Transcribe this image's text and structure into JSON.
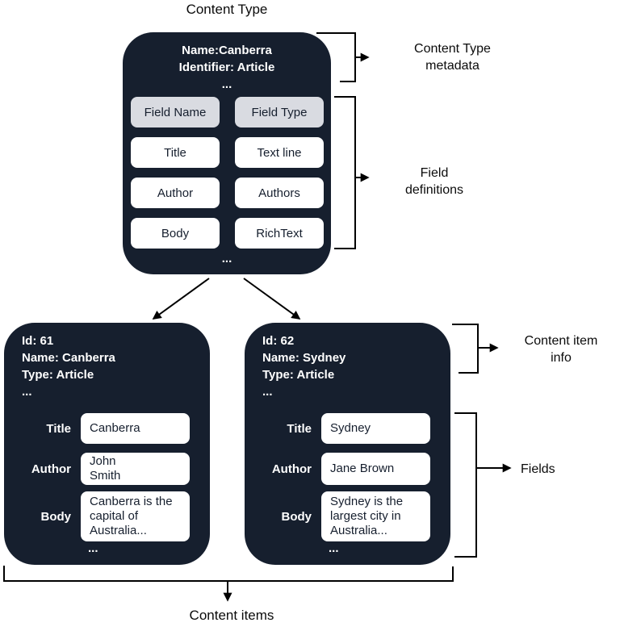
{
  "colors": {
    "box_bg": "#161F2E",
    "header_chip_bg": "#D9DBE1",
    "value_bg": "#FFFFFF",
    "line": "#000000",
    "text_on_dark": "#FFFFFF"
  },
  "diagram": {
    "title": "Content Type",
    "bottom_label": "Content items"
  },
  "content_type": {
    "name": "Name:Canberra",
    "identifier": "Identifier: Article",
    "more": "...",
    "table": {
      "header": {
        "name": "Field Name",
        "type": "Field Type"
      },
      "rows": [
        {
          "name": "Title",
          "type": "Text line"
        },
        {
          "name": "Author",
          "type": "Authors"
        },
        {
          "name": "Body",
          "type": "RichText"
        }
      ],
      "more": "..."
    }
  },
  "annotations": {
    "metadata": "Content Type metadata",
    "field_definitions": "Field definitions",
    "item_info": "Content item info",
    "fields": "Fields"
  },
  "items": [
    {
      "id": "Id: 61",
      "name": "Name: Canberra",
      "type": "Type: Article",
      "more": "...",
      "fields": [
        {
          "label": "Title",
          "value": "Canberra"
        },
        {
          "label": "Author",
          "value": "John\nSmith"
        },
        {
          "label": "Body",
          "value": "Canberra is the capital of Australia..."
        }
      ],
      "fields_more": "..."
    },
    {
      "id": "Id: 62",
      "name": "Name: Sydney",
      "type": "Type: Article",
      "more": "...",
      "fields": [
        {
          "label": "Title",
          "value": "Sydney"
        },
        {
          "label": "Author",
          "value": "Jane Brown"
        },
        {
          "label": "Body",
          "value": "Sydney is the largest city in Australia..."
        }
      ],
      "fields_more": "..."
    }
  ]
}
